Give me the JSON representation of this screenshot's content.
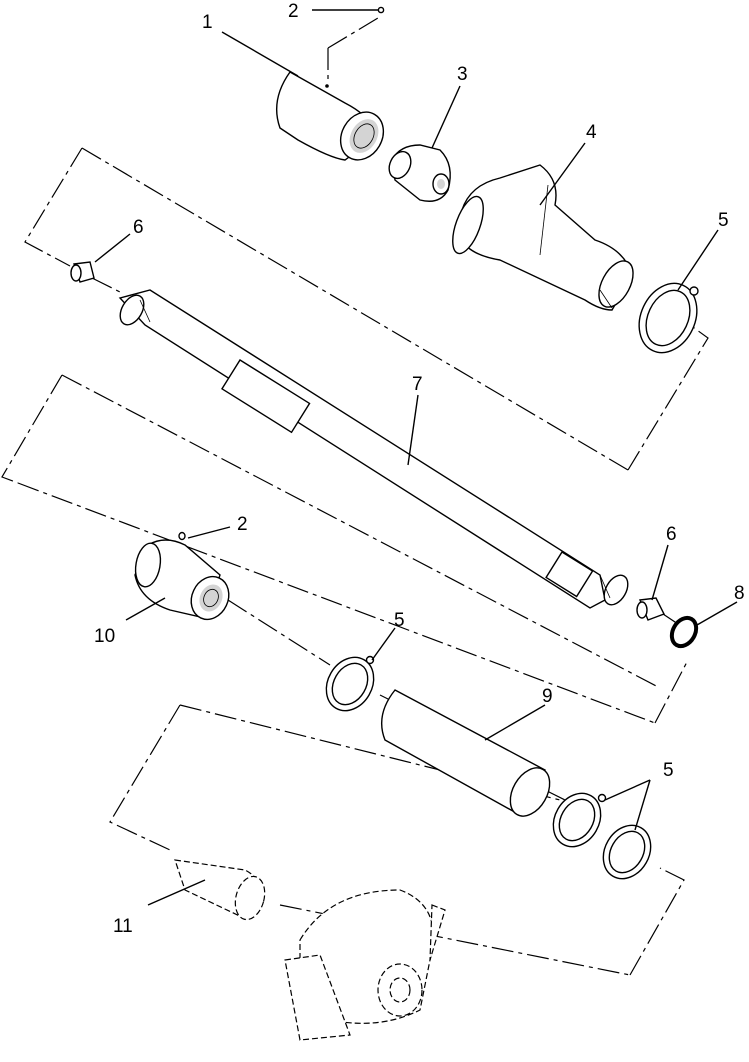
{
  "callouts": [
    {
      "id": "c1",
      "label": "1"
    },
    {
      "id": "c2a",
      "label": "2"
    },
    {
      "id": "c3",
      "label": "3"
    },
    {
      "id": "c4",
      "label": "4"
    },
    {
      "id": "c5a",
      "label": "5"
    },
    {
      "id": "c6a",
      "label": "6"
    },
    {
      "id": "c7",
      "label": "7"
    },
    {
      "id": "c2b",
      "label": "2"
    },
    {
      "id": "c6b",
      "label": "6"
    },
    {
      "id": "c8",
      "label": "8"
    },
    {
      "id": "c10",
      "label": "10"
    },
    {
      "id": "c5b",
      "label": "5"
    },
    {
      "id": "c9",
      "label": "9"
    },
    {
      "id": "c5c",
      "label": "5"
    },
    {
      "id": "c11",
      "label": "11"
    }
  ]
}
